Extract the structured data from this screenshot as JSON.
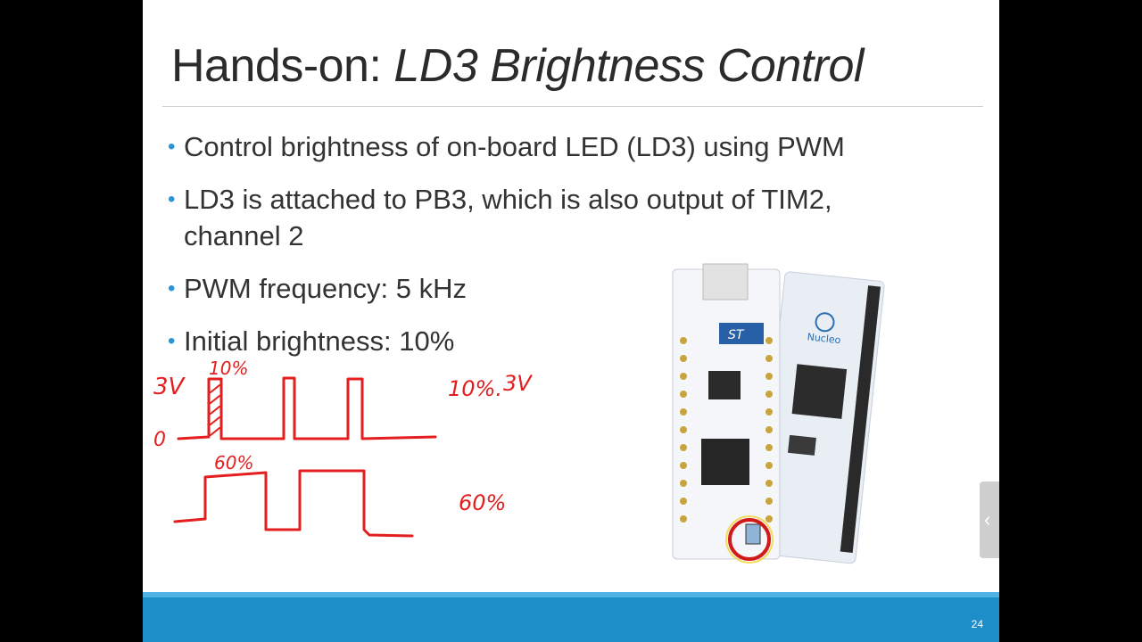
{
  "slide": {
    "title_plain": "Hands-on: ",
    "title_italic": "LD3 Brightness Control",
    "bullets": [
      {
        "text": "Control brightness of on-board LED (LD3) using PWM"
      },
      {
        "text": "LD3 is attached to PB3, which is also output of TIM2,"
      },
      {
        "text": "channel 2"
      },
      {
        "text": "PWM frequency: 5 kHz"
      },
      {
        "text": "Initial brightness: 10%"
      }
    ],
    "page_number": "24"
  },
  "colors": {
    "accent": "#1e8ec8",
    "ink": "#e41e1e",
    "bullet": "#2a94d6"
  },
  "handwriting": {
    "v3_left": "3V",
    "zero": "0",
    "pct10_top": "10%",
    "pct10_right": "10%.",
    "v3_right": "3V",
    "pct60_top": "60%",
    "pct60_right": "60%"
  },
  "icons": {
    "side_tab": "chevron-left-icon"
  }
}
